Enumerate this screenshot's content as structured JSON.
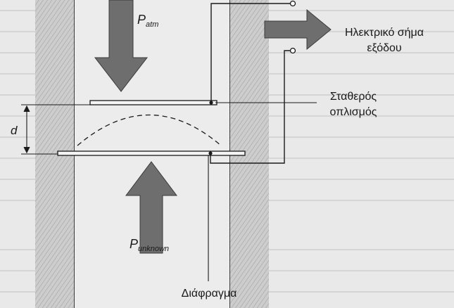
{
  "labels": {
    "p_atm_main": "P",
    "p_atm_sub": "atm",
    "p_unknown_main": "P",
    "p_unknown_sub": "unknown",
    "signal_line1": "Ηλεκτρικό σήμα",
    "signal_line2": "εξόδου",
    "plate_line1": "Σταθερός",
    "plate_line2": "οπλισμός",
    "gap": "d",
    "diaphragm": "Διάφραγμα"
  },
  "colors": {
    "arrow_fill": "#6e6e6e",
    "line": "#1a1a1a",
    "page_bg": "#e9e9e9",
    "wall_fill": "#cfcfcf"
  }
}
